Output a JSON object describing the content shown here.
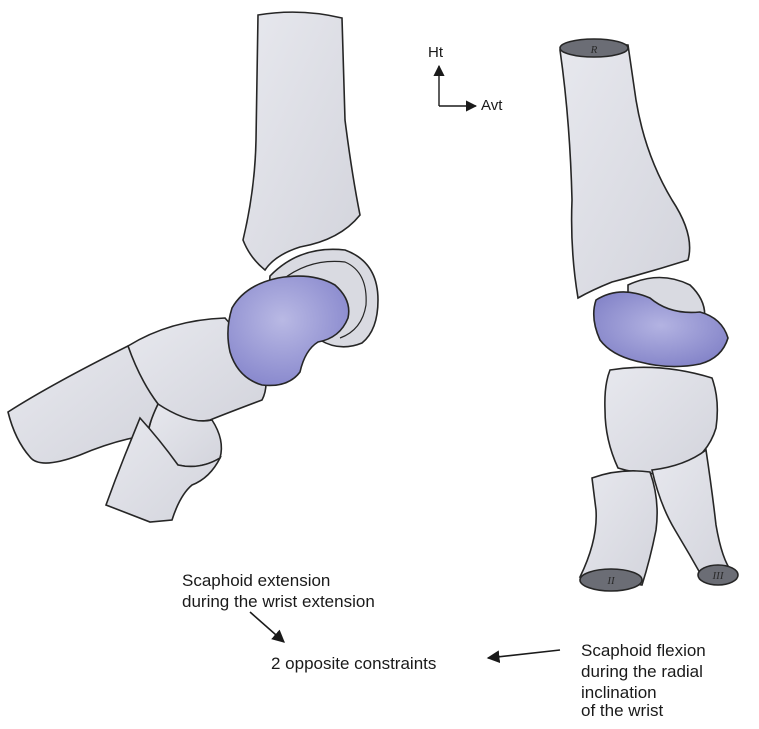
{
  "axes": {
    "up_label": "Ht",
    "right_label": "Avt"
  },
  "annotations": {
    "extension_line1": "Scaphoid extension",
    "extension_line2": "during the wrist extension",
    "constraints": "2 opposite constraints",
    "flexion_line1": "Scaphoid flexion",
    "flexion_line2": "during the radial",
    "flexion_line3": "inclination",
    "flexion_line4": "of the wrist"
  },
  "bone_marks": {
    "radius_top": "R",
    "metacarpal_left": "II",
    "metacarpal_right": "III"
  },
  "colors": {
    "bone_fill": "#e1e2e8",
    "bone_shade": "#c7c8d0",
    "bone_outline": "#262626",
    "scaphoid_fill": "#9a9ad4",
    "scaphoid_dark": "#7a7ac0",
    "cut_surface": "#6b6d75"
  }
}
